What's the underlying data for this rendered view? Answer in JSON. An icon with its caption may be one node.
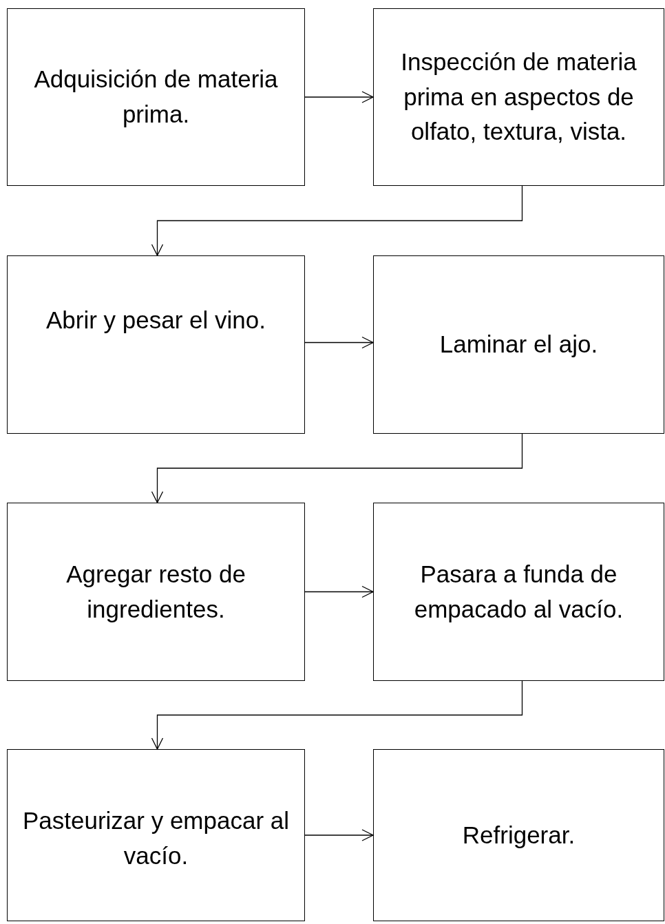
{
  "diagram": {
    "nodes": [
      {
        "text": [
          "Adquisición de materia prima."
        ]
      },
      {
        "text": [
          "Inspección de materia prima en aspectos de olfato, textura, vista."
        ]
      },
      {
        "text": [
          "Abrir y pesar el vino."
        ]
      },
      {
        "text": [
          "Laminar el ajo."
        ]
      },
      {
        "text": [
          "Agregar resto de ingredientes."
        ]
      },
      {
        "text": [
          "Pasara a funda de empacado al vacío."
        ]
      },
      {
        "text": [
          "Pasteurizar y empacar al vacío."
        ]
      },
      {
        "text": [
          "Refrigerar."
        ]
      }
    ],
    "edges": [
      {
        "from": 0,
        "to": 1,
        "arrow": "to"
      },
      {
        "from": 1,
        "to": 2,
        "arrow": "to"
      },
      {
        "from": 2,
        "to": 3,
        "arrow": "to"
      },
      {
        "from": 3,
        "to": 4,
        "arrow": "to"
      },
      {
        "from": 4,
        "to": 5,
        "arrow": "to"
      },
      {
        "from": 5,
        "to": 6,
        "arrow": "to"
      },
      {
        "from": 6,
        "to": 7,
        "arrow": "to"
      }
    ]
  }
}
